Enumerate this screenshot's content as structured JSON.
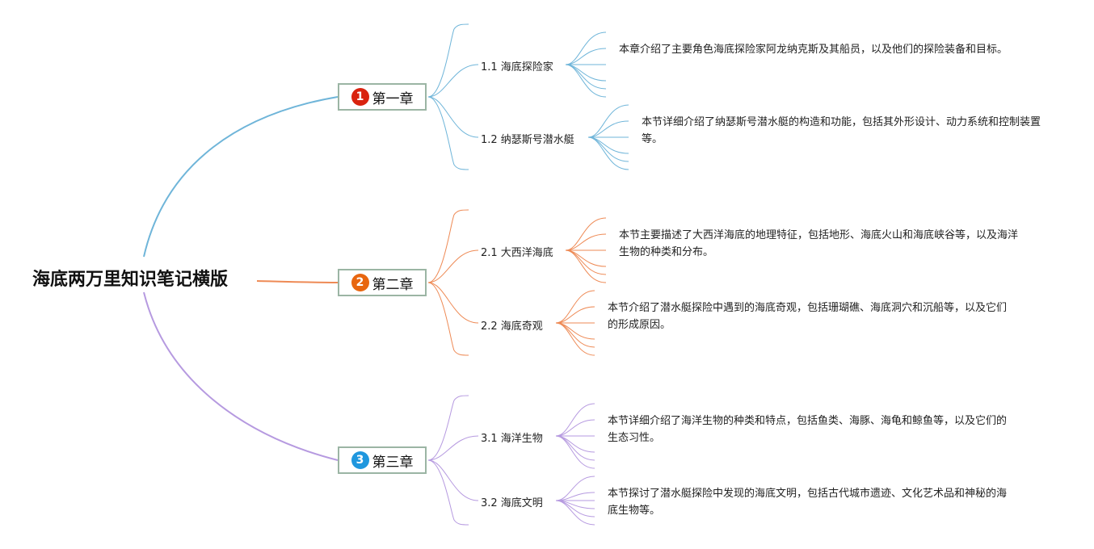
{
  "root": {
    "title": "海底两万里知识笔记横版"
  },
  "chapters": [
    {
      "num": "1",
      "label": "第一章",
      "color": "#d9230f",
      "line_color": "#6fb5d9",
      "sections": [
        {
          "label": "1.1 海底探险家",
          "desc": "本章介绍了主要角色海底探险家阿龙纳克斯及其船员，以及他们的探险装备和目标。"
        },
        {
          "label": "1.2 纳瑟斯号潜水艇",
          "desc": "本节详细介绍了纳瑟斯号潜水艇的构造和功能，包括其外形设计、动力系统和控制装置等。"
        }
      ]
    },
    {
      "num": "2",
      "label": "第二章",
      "color": "#e8660f",
      "line_color": "#ee8a55",
      "sections": [
        {
          "label": "2.1 大西洋海底",
          "desc": "本节主要描述了大西洋海底的地理特征，包括地形、海底火山和海底峡谷等，以及海洋生物的种类和分布。"
        },
        {
          "label": "2.2 海底奇观",
          "desc": "本节介绍了潜水艇探险中遇到的海底奇观，包括珊瑚礁、海底洞穴和沉船等，以及它们的形成原因。"
        }
      ]
    },
    {
      "num": "3",
      "label": "第三章",
      "color": "#1f97de",
      "line_color": "#b69ae0",
      "sections": [
        {
          "label": "3.1 海洋生物",
          "desc": "本节详细介绍了海洋生物的种类和特点，包括鱼类、海豚、海龟和鲸鱼等，以及它们的生态习性。"
        },
        {
          "label": "3.2 海底文明",
          "desc": "本节探讨了潜水艇探险中发现的海底文明，包括古代城市遗迹、文化艺术品和神秘的海底生物等。"
        }
      ]
    }
  ]
}
